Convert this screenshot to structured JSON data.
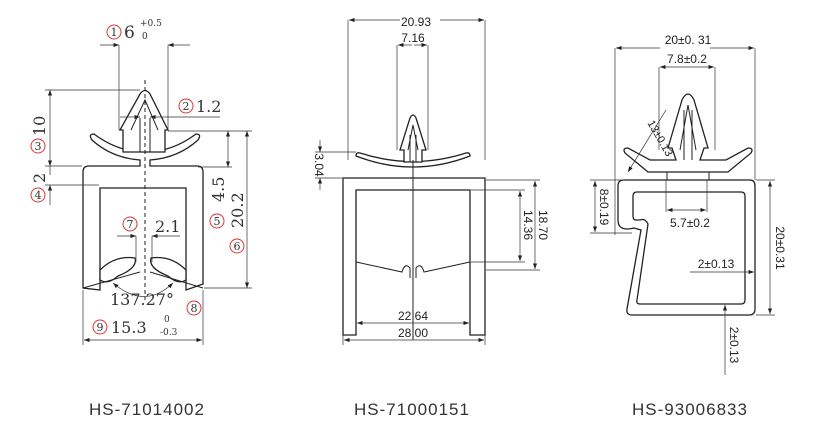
{
  "parts": [
    {
      "code": "HS-71014002",
      "dims": {
        "d1_num": "1",
        "d1_val": "6",
        "d1_tol_upper": "+0.5",
        "d1_tol_lower": "0",
        "d2_num": "2",
        "d2_val": "1.2",
        "d3_num": "3",
        "d3_val": "10",
        "d4_num": "4",
        "d4_val": "2",
        "d5_num": "5",
        "d5_val": "4.5",
        "d6_num": "6",
        "d6_val": "20.2",
        "d7_num": "7",
        "d7_val": "2.1",
        "d8_num": "8",
        "d8_val": "137.27°",
        "d9_num": "9",
        "d9_val": "15.3",
        "d9_tol_upper": "0",
        "d9_tol_lower": "-0.3"
      }
    },
    {
      "code": "HS-71000151",
      "dims": {
        "top_width": "20.93",
        "tip_width": "7.16",
        "wing_height": "3.04",
        "outer_height": "18.70",
        "inner_height": "14.36",
        "inner_width": "22.64",
        "outer_width": "28.00"
      }
    },
    {
      "code": "HS-93006833",
      "dims": {
        "overall_width": "20±0. 31",
        "tip_width": "7.8±0.2",
        "wing_length": "13±0.13",
        "slot_height": "8±0.19",
        "neck_width": "5.7±0.2",
        "overall_height": "20±0.31",
        "wall_thickness": "2±0.13",
        "bottom_thickness": "2±0.13"
      }
    }
  ],
  "colors": {
    "line": "#222222",
    "callout_circle": "#dd3333"
  }
}
